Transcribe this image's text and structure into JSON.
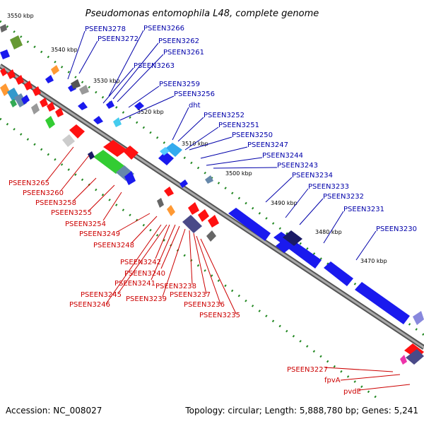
{
  "title": "Pseudomonas entomophila L48, complete genome",
  "accession_text": "Accession: NC_008027",
  "topology_text": "Topology: circular; Length: 5,888,780 bp; Genes: 5,241",
  "colors": {
    "forward_label": "#0000aa",
    "reverse_label": "#cc0000",
    "backbone": "#888888",
    "tick": "#008800"
  },
  "scale_labels": [
    "3550 kbp",
    "3540 kbp",
    "3530 kbp",
    "3520 kbp",
    "3510 kbp",
    "3500 kbp",
    "3490 kbp",
    "3480 kbp",
    "3470 kbp"
  ],
  "forward_labels": [
    "PSEEN3278",
    "PSEEN3266",
    "PSEEN3272",
    "PSEEN3262",
    "PSEEN3261",
    "PSEEN3263",
    "PSEEN3259",
    "PSEEN3256",
    "dht",
    "PSEEN3252",
    "PSEEN3251",
    "PSEEN3250",
    "PSEEN3247",
    "PSEEN3244",
    "PSEEN3243",
    "PSEEN3234",
    "PSEEN3233",
    "PSEEN3232",
    "PSEEN3231",
    "PSEEN3230"
  ],
  "reverse_labels": [
    "PSEEN3265",
    "PSEEN3260",
    "PSEEN3258",
    "PSEEN3255",
    "PSEEN3254",
    "PSEEN3249",
    "PSEEN3248",
    "PSEEN3242",
    "PSEEN3240",
    "PSEEN3241",
    "PSEEN3238",
    "PSEEN3245",
    "PSEEN3239",
    "PSEEN3237",
    "PSEEN3246",
    "PSEEN3236",
    "PSEEN3235",
    "PSEEN3227",
    "fpvA",
    "pvdE"
  ]
}
